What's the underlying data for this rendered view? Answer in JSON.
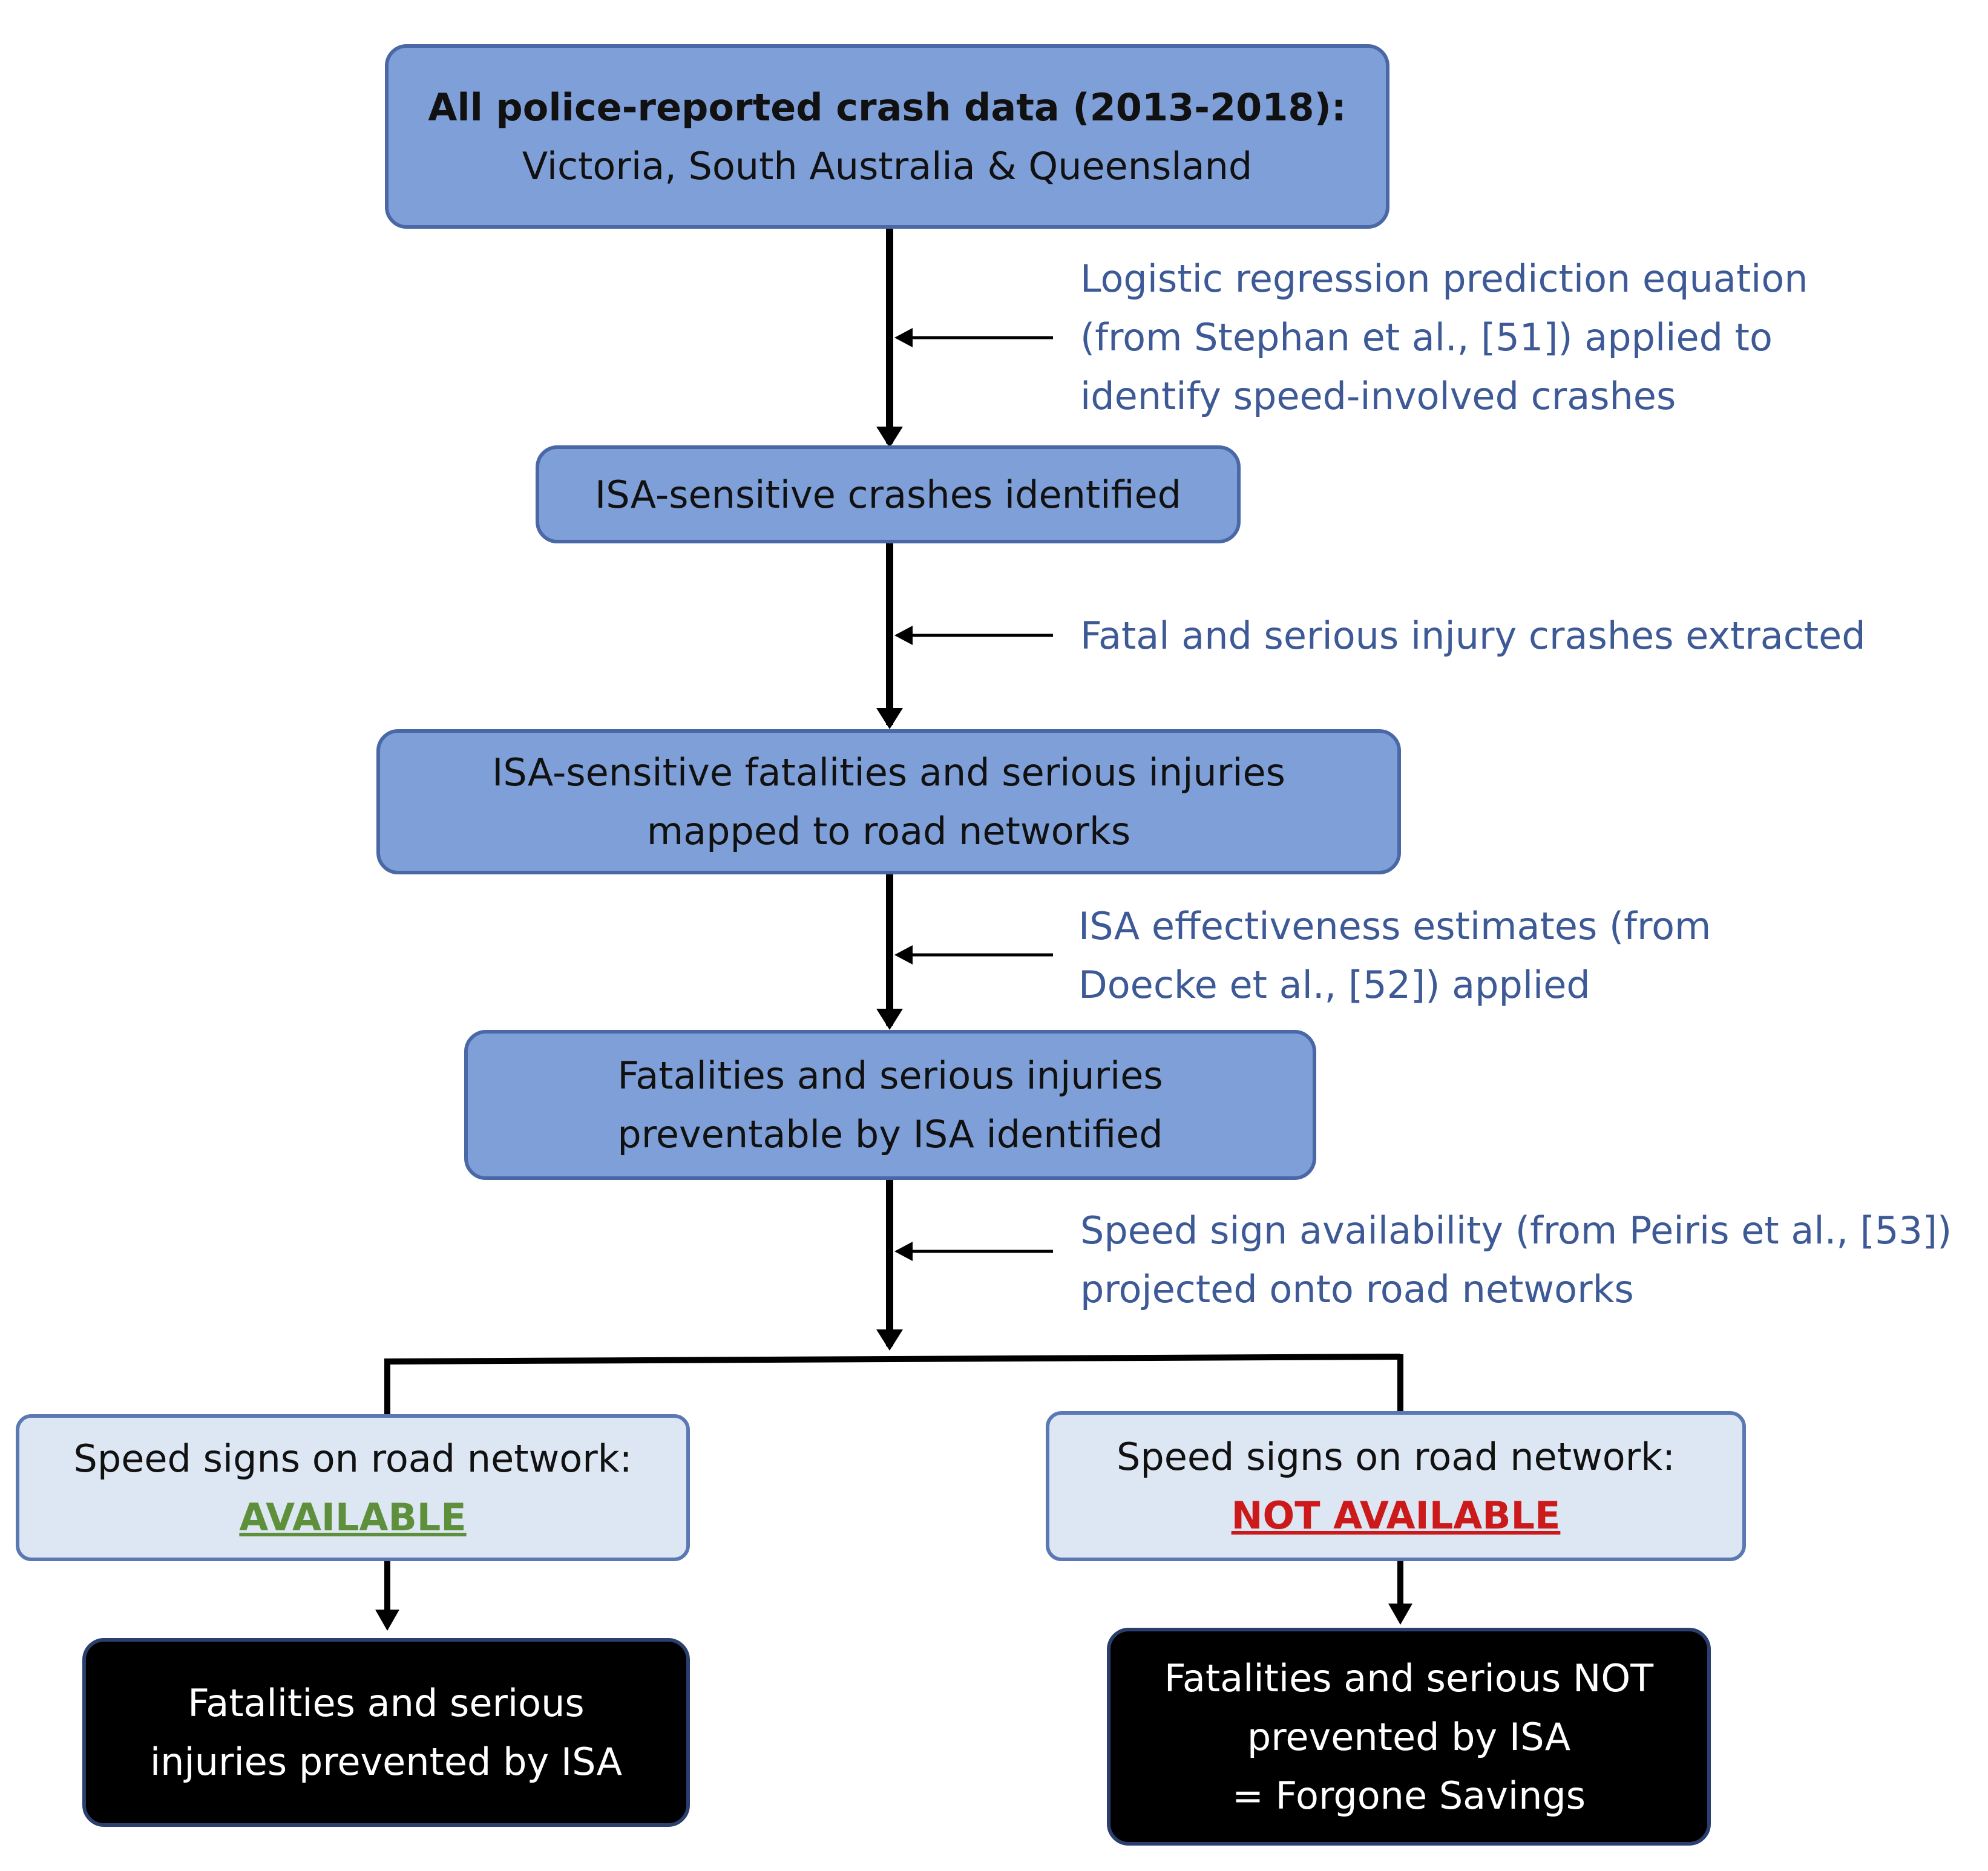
{
  "boxes": {
    "crash_data": {
      "line1": "All police-reported crash data (2013-2018):",
      "line2": "Victoria, South Australia & Queensland"
    },
    "isa_sensitive": {
      "line1": "ISA-sensitive crashes identified"
    },
    "mapped": {
      "line1": "ISA-sensitive fatalities and serious injuries",
      "line2": "mapped to road networks"
    },
    "preventable": {
      "line1": "Fatalities and serious injuries",
      "line2": "preventable by ISA identified"
    },
    "signs_available": {
      "line1": "Speed signs on road network:",
      "status": "AVAILABLE"
    },
    "signs_not_available": {
      "line1": "Speed signs on road network:",
      "status": "NOT AVAILABLE"
    },
    "prevented": {
      "line1": "Fatalities and serious",
      "line2": "injuries prevented by ISA"
    },
    "not_prevented": {
      "line1": "Fatalities and serious NOT",
      "line2": "prevented by ISA",
      "line3": "= Forgone Savings"
    }
  },
  "notes": {
    "logistic": {
      "line1": "Logistic regression prediction equation",
      "line2": "(from Stephan et al., [51]) applied to",
      "line3": "identify speed-involved crashes"
    },
    "extracted": {
      "line1": "Fatal and serious injury crashes extracted"
    },
    "effectiveness": {
      "line1": "ISA effectiveness estimates (from",
      "line2": "Doecke et al., [52]) applied"
    },
    "signs": {
      "line1": "Speed sign availability (from Peiris et al., [53])",
      "line2": "projected onto road networks"
    }
  },
  "colors": {
    "box_blue": "#7f9fd8",
    "box_light": "#dde6f3",
    "box_black": "#000000",
    "note_text": "#3d5a96",
    "available": "#5e8f3a",
    "not_available": "#cc1a1a"
  }
}
